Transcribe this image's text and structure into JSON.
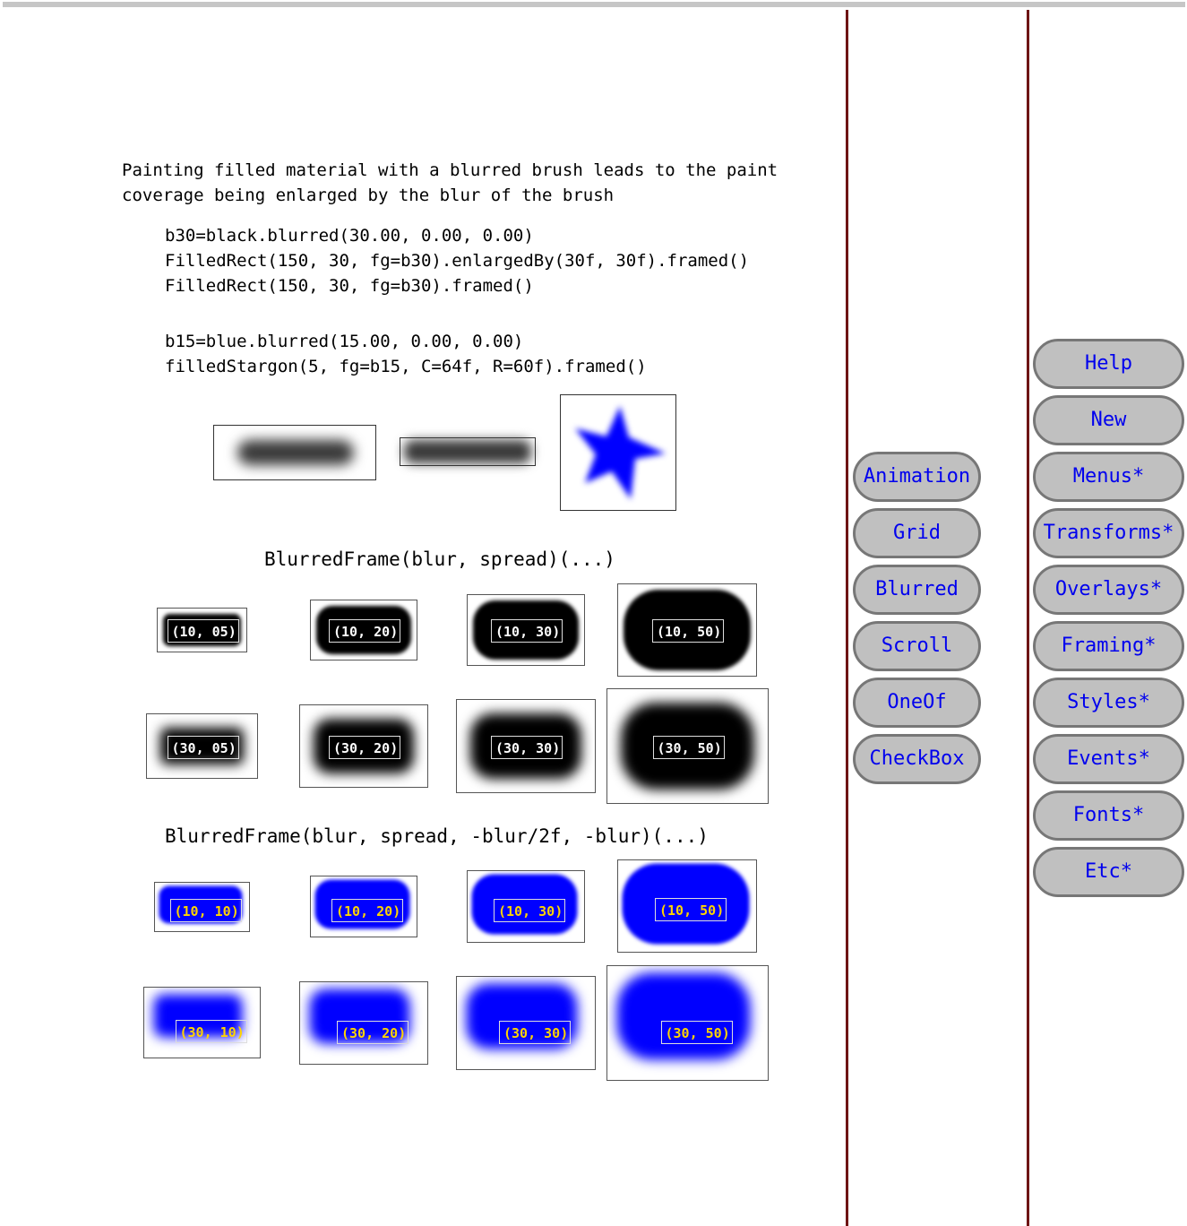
{
  "description": {
    "line1": "Painting filled material with a blurred brush leads to the paint",
    "line2": "coverage being enlarged by the blur of the brush"
  },
  "code1": [
    "b30=black.blurred(30.00, 0.00, 0.00)",
    "FilledRect(150, 30, fg=b30).enlargedBy(30f, 30f).framed()",
    "FilledRect(150, 30, fg=b30).framed()"
  ],
  "code2": [
    "b15=blue.blurred(15.00, 0.00, 0.00)",
    "filledStargon(5, fg=b15, C=64f, R=60f).framed()"
  ],
  "heading1": "BlurredFrame(blur, spread)(...)",
  "heading2": "BlurredFrame(blur, spread, -blur/2f, -blur)(...)",
  "black_frames": [
    {
      "label": "(10, 05)",
      "blur": 10,
      "spread": 5
    },
    {
      "label": "(10, 20)",
      "blur": 10,
      "spread": 20
    },
    {
      "label": "(10, 30)",
      "blur": 10,
      "spread": 30
    },
    {
      "label": "(10, 50)",
      "blur": 10,
      "spread": 50
    },
    {
      "label": "(30, 05)",
      "blur": 30,
      "spread": 5
    },
    {
      "label": "(30, 20)",
      "blur": 30,
      "spread": 20
    },
    {
      "label": "(30, 30)",
      "blur": 30,
      "spread": 30
    },
    {
      "label": "(30, 50)",
      "blur": 30,
      "spread": 50
    }
  ],
  "blue_frames": [
    {
      "label": "(10, 10)",
      "blur": 10,
      "spread": 10
    },
    {
      "label": "(10, 20)",
      "blur": 10,
      "spread": 20
    },
    {
      "label": "(10, 30)",
      "blur": 10,
      "spread": 30
    },
    {
      "label": "(10, 50)",
      "blur": 10,
      "spread": 50
    },
    {
      "label": "(30, 10)",
      "blur": 30,
      "spread": 10
    },
    {
      "label": "(30, 20)",
      "blur": 30,
      "spread": 20
    },
    {
      "label": "(30, 30)",
      "blur": 30,
      "spread": 30
    },
    {
      "label": "(30, 50)",
      "blur": 30,
      "spread": 50
    }
  ],
  "menu_middle": [
    "Animation",
    "Grid",
    "Blurred",
    "Scroll",
    "OneOf",
    "CheckBox"
  ],
  "menu_right": [
    "Help",
    "New",
    "Menus*",
    "Transforms*",
    "Overlays*",
    "Framing*",
    "Styles*",
    "Events*",
    "Fonts*",
    "Etc*"
  ],
  "colors": {
    "divider": "#6e1414",
    "button_bg": "#c0c0c0",
    "button_text": "#0000ee",
    "blue_fill": "#0000ff",
    "blue_label": "#ffd400"
  }
}
